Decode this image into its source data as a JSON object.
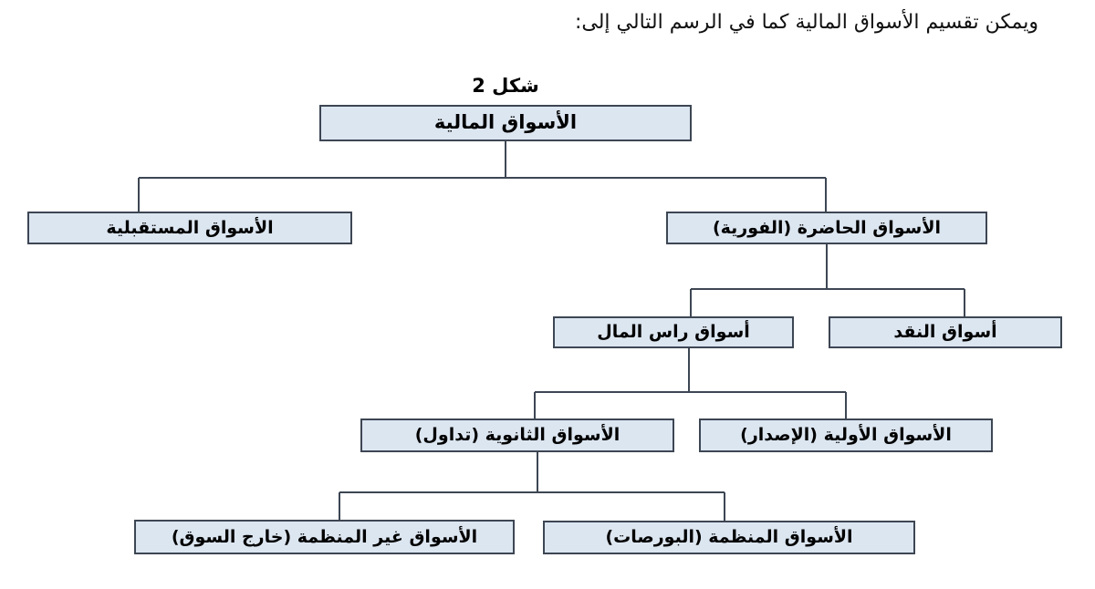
{
  "page": {
    "intro_text": "ويمكن تقسيم الأسواق المالية كما في الرسم التالي إلى:",
    "figure_label": "شكل 2"
  },
  "diagram": {
    "type": "tree-flowchart",
    "direction": "rtl",
    "box_fill_color": "#dce6f1",
    "box_border_color": "#3d4653",
    "line_color": "#3d4653",
    "text_color": "#000000",
    "nodes": {
      "root": {
        "label": "الأسواق المالية"
      },
      "futures": {
        "label": "الأسواق المستقبلية"
      },
      "spot": {
        "label": "الأسواق الحاضرة (الفورية)"
      },
      "capital": {
        "label": "أسواق راس المال"
      },
      "money": {
        "label": "أسواق النقد"
      },
      "secondary": {
        "label": "الأسواق الثانوية (تداول)"
      },
      "primary": {
        "label": "الأسواق الأولية (الإصدار)"
      },
      "otc": {
        "label": "الأسواق غير المنظمة (خارج السوق)"
      },
      "organized": {
        "label": "الأسواق المنظمة (البورصات)"
      }
    },
    "edges": [
      [
        "root",
        "futures"
      ],
      [
        "root",
        "spot"
      ],
      [
        "spot",
        "capital"
      ],
      [
        "spot",
        "money"
      ],
      [
        "capital",
        "secondary"
      ],
      [
        "capital",
        "primary"
      ],
      [
        "secondary",
        "otc"
      ],
      [
        "secondary",
        "organized"
      ]
    ]
  }
}
